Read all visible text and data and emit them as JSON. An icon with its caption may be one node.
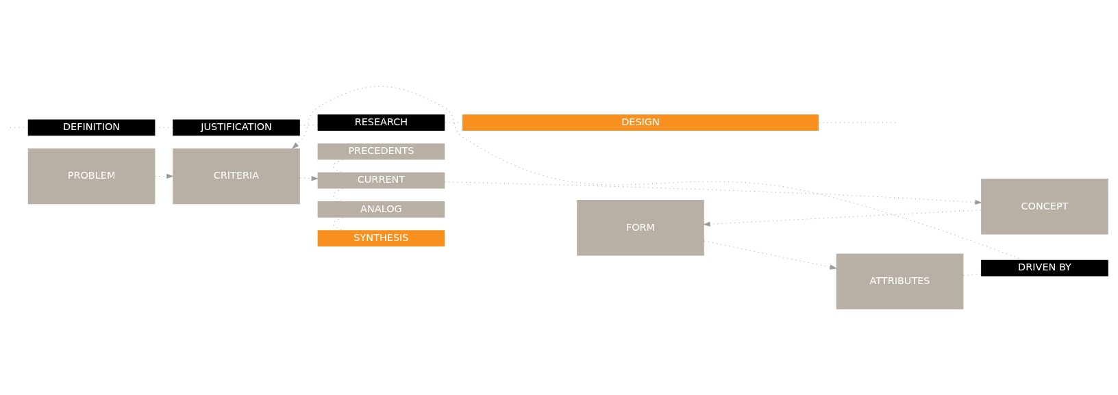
{
  "diagram": {
    "nodes": [
      {
        "text": [
          "DEFINITION"
        ]
      },
      {
        "text": [
          "JUSTIFICATION"
        ]
      },
      {
        "text": [
          "RESEARCH"
        ]
      },
      {
        "text": [
          "DESIGN"
        ]
      },
      {
        "text": [
          "PROBLEM"
        ]
      },
      {
        "text": [
          "CRITERIA"
        ]
      },
      {
        "text": [
          "PRECEDENTS"
        ]
      },
      {
        "text": [
          "CURRENT"
        ]
      },
      {
        "text": [
          "ANALOG"
        ]
      },
      {
        "text": [
          "SYNTHESIS"
        ]
      },
      {
        "text": [
          "CONCEPT"
        ]
      },
      {
        "text": [
          "FORM"
        ]
      },
      {
        "text": [
          "ATTRIBUTES"
        ]
      },
      {
        "text": [
          "DRIVEN BY"
        ]
      }
    ],
    "edges": [
      {
        "from": null,
        "to": 0,
        "arrow": "none",
        "style": "dashed"
      },
      {
        "from": 0,
        "to": 1,
        "arrow": "none",
        "style": "dashed"
      },
      {
        "from": 1,
        "to": 2,
        "arrow": "none",
        "style": "dashed"
      },
      {
        "from": 2,
        "to": 3,
        "arrow": "none",
        "style": "dashed"
      },
      {
        "from": 3,
        "to": null,
        "arrow": "none",
        "style": "dashed"
      },
      {
        "from": 4,
        "to": 5,
        "arrow": "to",
        "style": "dashed"
      },
      {
        "from": 5,
        "to": 7,
        "arrow": "to",
        "style": "dashed"
      },
      {
        "from": 6,
        "to": 7,
        "arrow": "none",
        "style": "dashed"
      },
      {
        "from": 7,
        "to": 8,
        "arrow": "none",
        "style": "dashed"
      },
      {
        "from": 8,
        "to": 9,
        "arrow": "none",
        "style": "dashed"
      },
      {
        "from": 7,
        "to": 10,
        "arrow": "to",
        "style": "dashed"
      },
      {
        "from": 10,
        "to": 11,
        "arrow": "to",
        "style": "dashed"
      },
      {
        "from": 11,
        "to": 12,
        "arrow": "to",
        "style": "dashed"
      },
      {
        "from": 12,
        "to": 13,
        "arrow": "none",
        "style": "dashed"
      },
      {
        "from": 13,
        "to": 5,
        "arrow": "to",
        "style": "dashed"
      }
    ]
  }
}
